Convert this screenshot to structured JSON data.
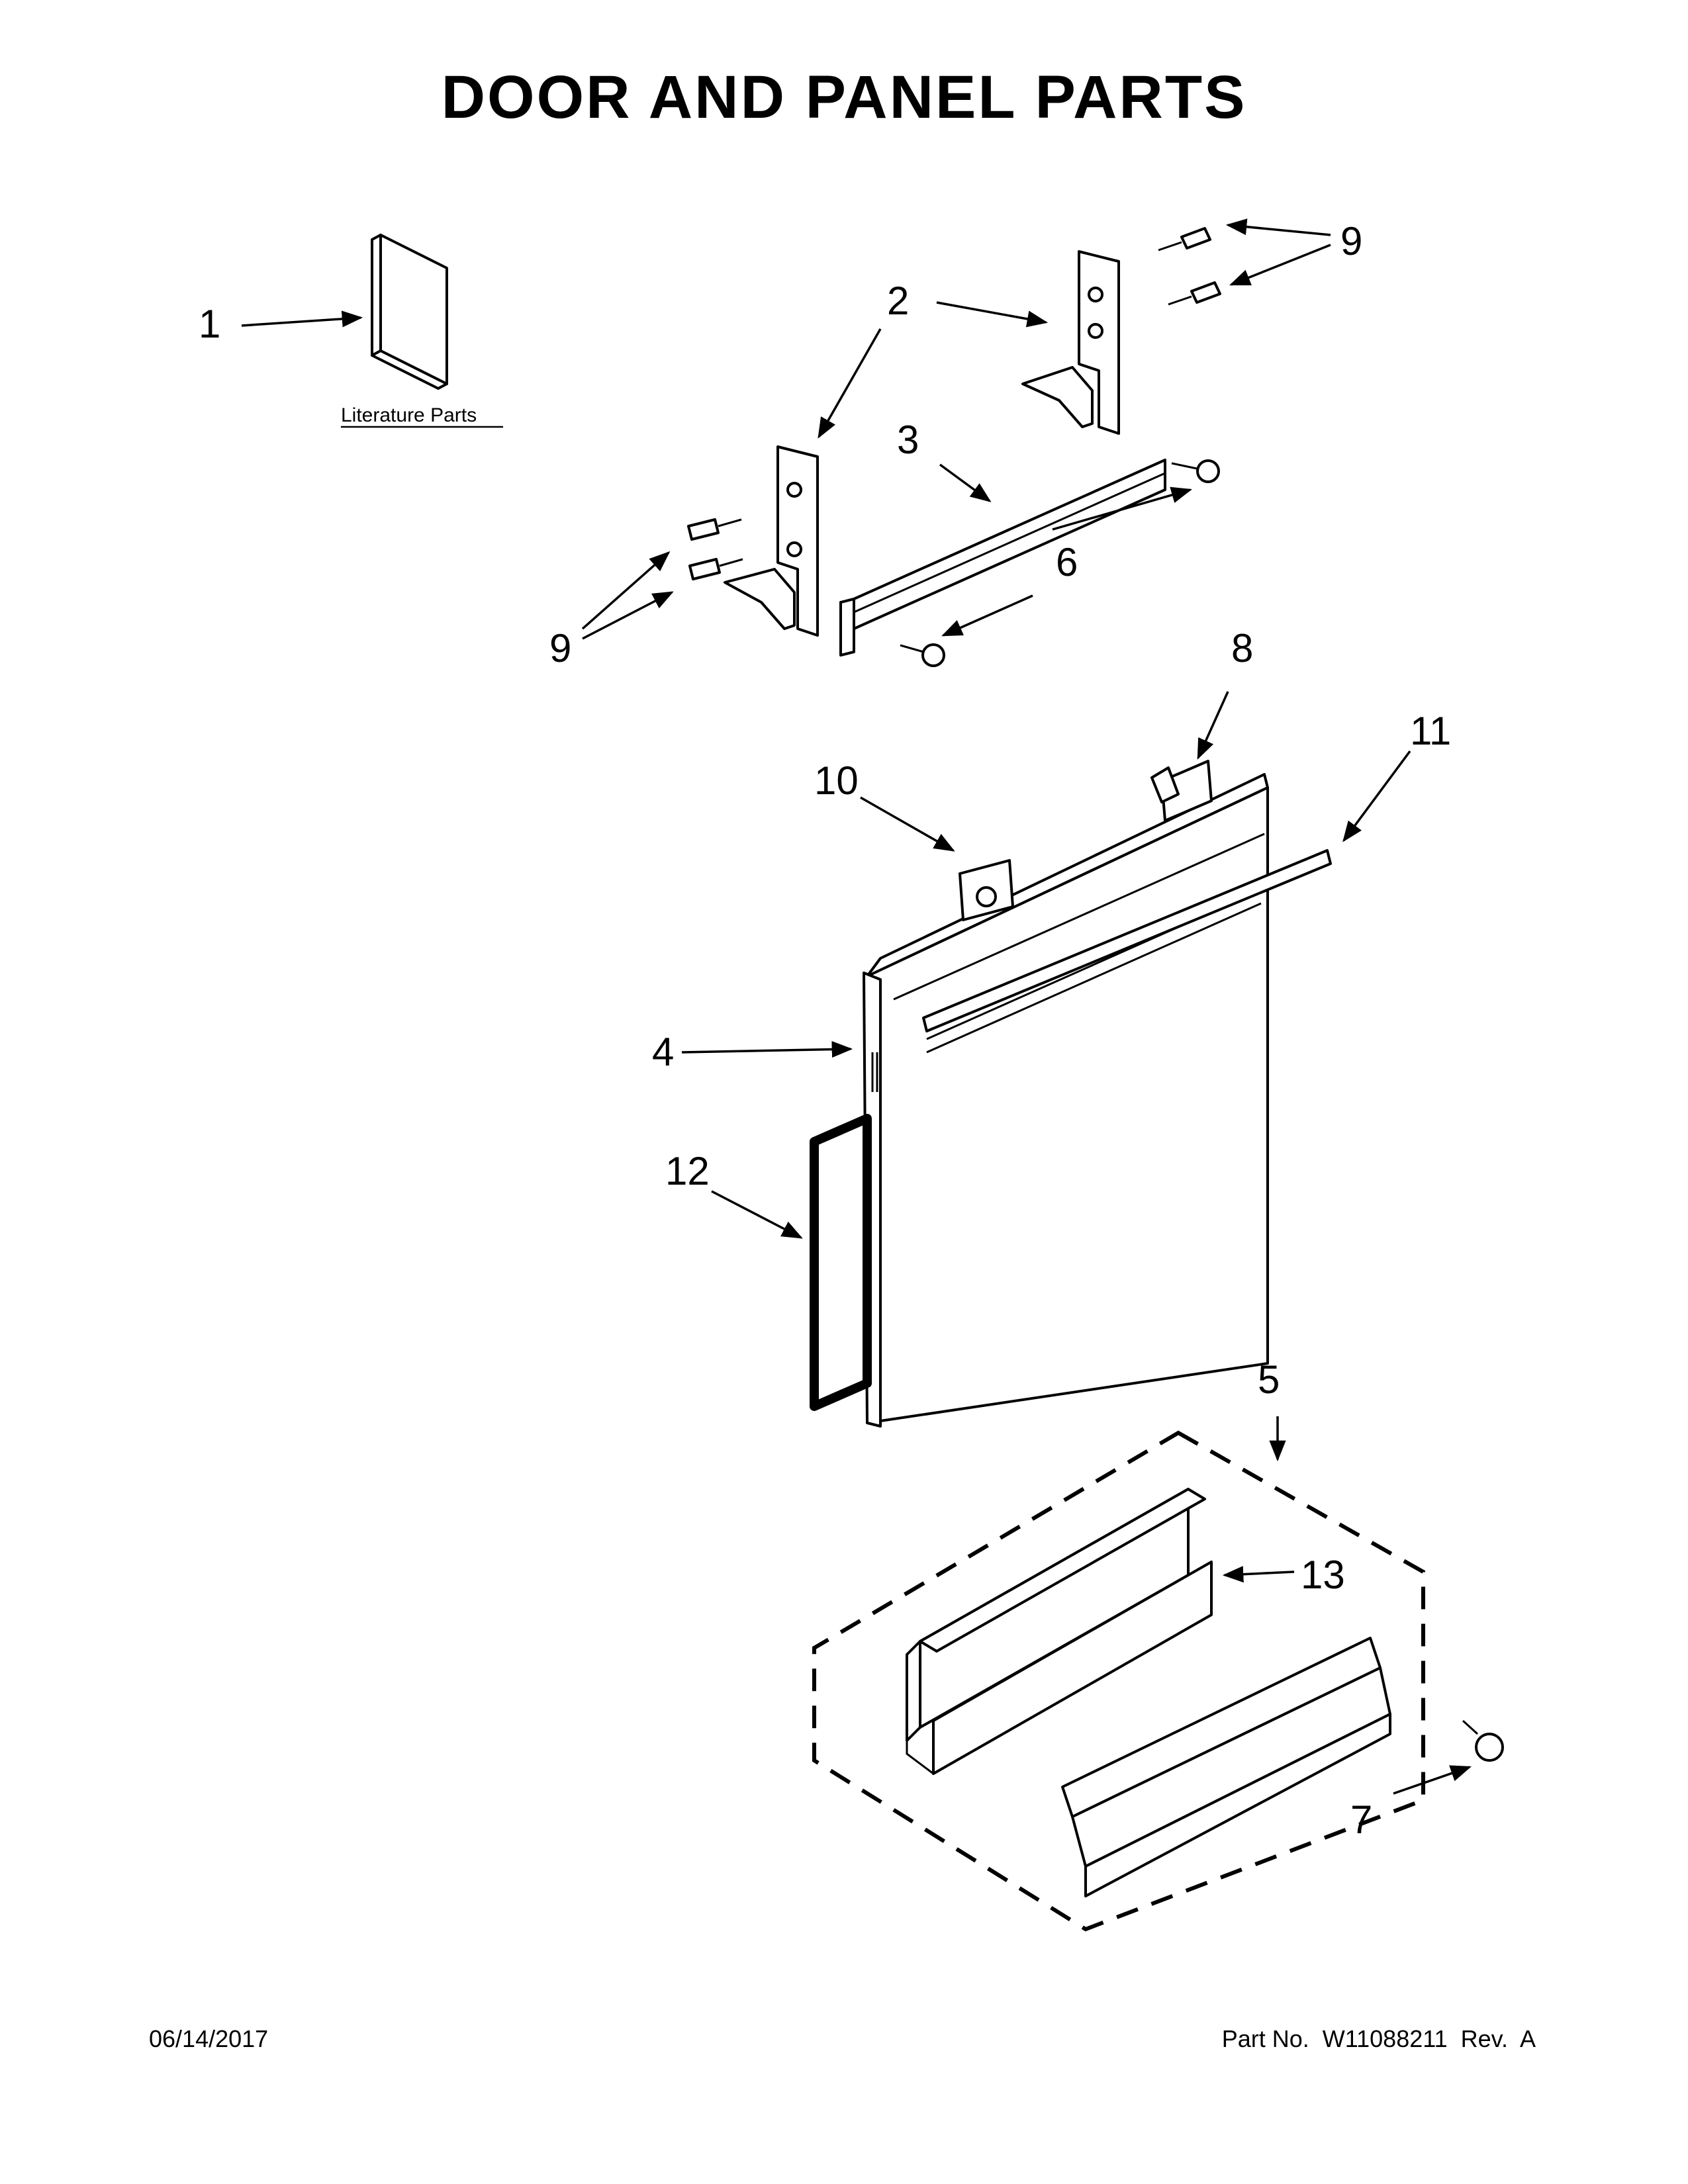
{
  "title": "DOOR AND PANEL PARTS",
  "literature_label": "Literature Parts",
  "callouts": {
    "c1": "1",
    "c2": "2",
    "c3": "3",
    "c4": "4",
    "c5": "5",
    "c6": "6",
    "c7": "7",
    "c8": "8",
    "c9a": "9",
    "c9b": "9",
    "c10": "10",
    "c11": "11",
    "c12": "12",
    "c13": "13"
  },
  "footer": {
    "date": "06/14/2017",
    "part_no": "Part No.  W11088211  Rev.  A"
  }
}
